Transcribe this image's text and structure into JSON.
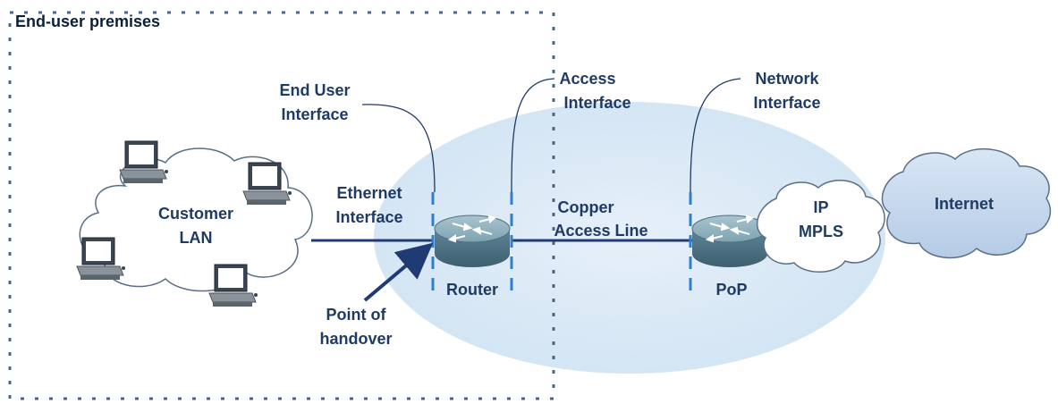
{
  "premises": {
    "title": "End-user premises"
  },
  "lan": {
    "line1": "Customer",
    "line2": "LAN"
  },
  "labels": {
    "end_user_interface": [
      "End User",
      "Interface"
    ],
    "access_interface": [
      "Access",
      "Interface"
    ],
    "network_interface": [
      "Network",
      "Interface"
    ],
    "ethernet_interface": [
      "Ethernet",
      "Interface"
    ],
    "copper_access_line": [
      "Copper",
      "Access Line"
    ],
    "point_of_handover": [
      "Point of",
      "handover"
    ]
  },
  "router": {
    "label": "Router"
  },
  "pop": {
    "label": "PoP"
  },
  "ip_mpls": {
    "line1": "IP",
    "line2": "MPLS"
  },
  "internet": {
    "label": "Internet"
  },
  "colors": {
    "dashed_border": "#4a6585",
    "ellipse_fill": "#dbe9f6",
    "line": "#1f3b73",
    "interface_mark": "#2f7fd0",
    "internet_fill": "#c9daf0",
    "router_body": "#6f97a8"
  }
}
